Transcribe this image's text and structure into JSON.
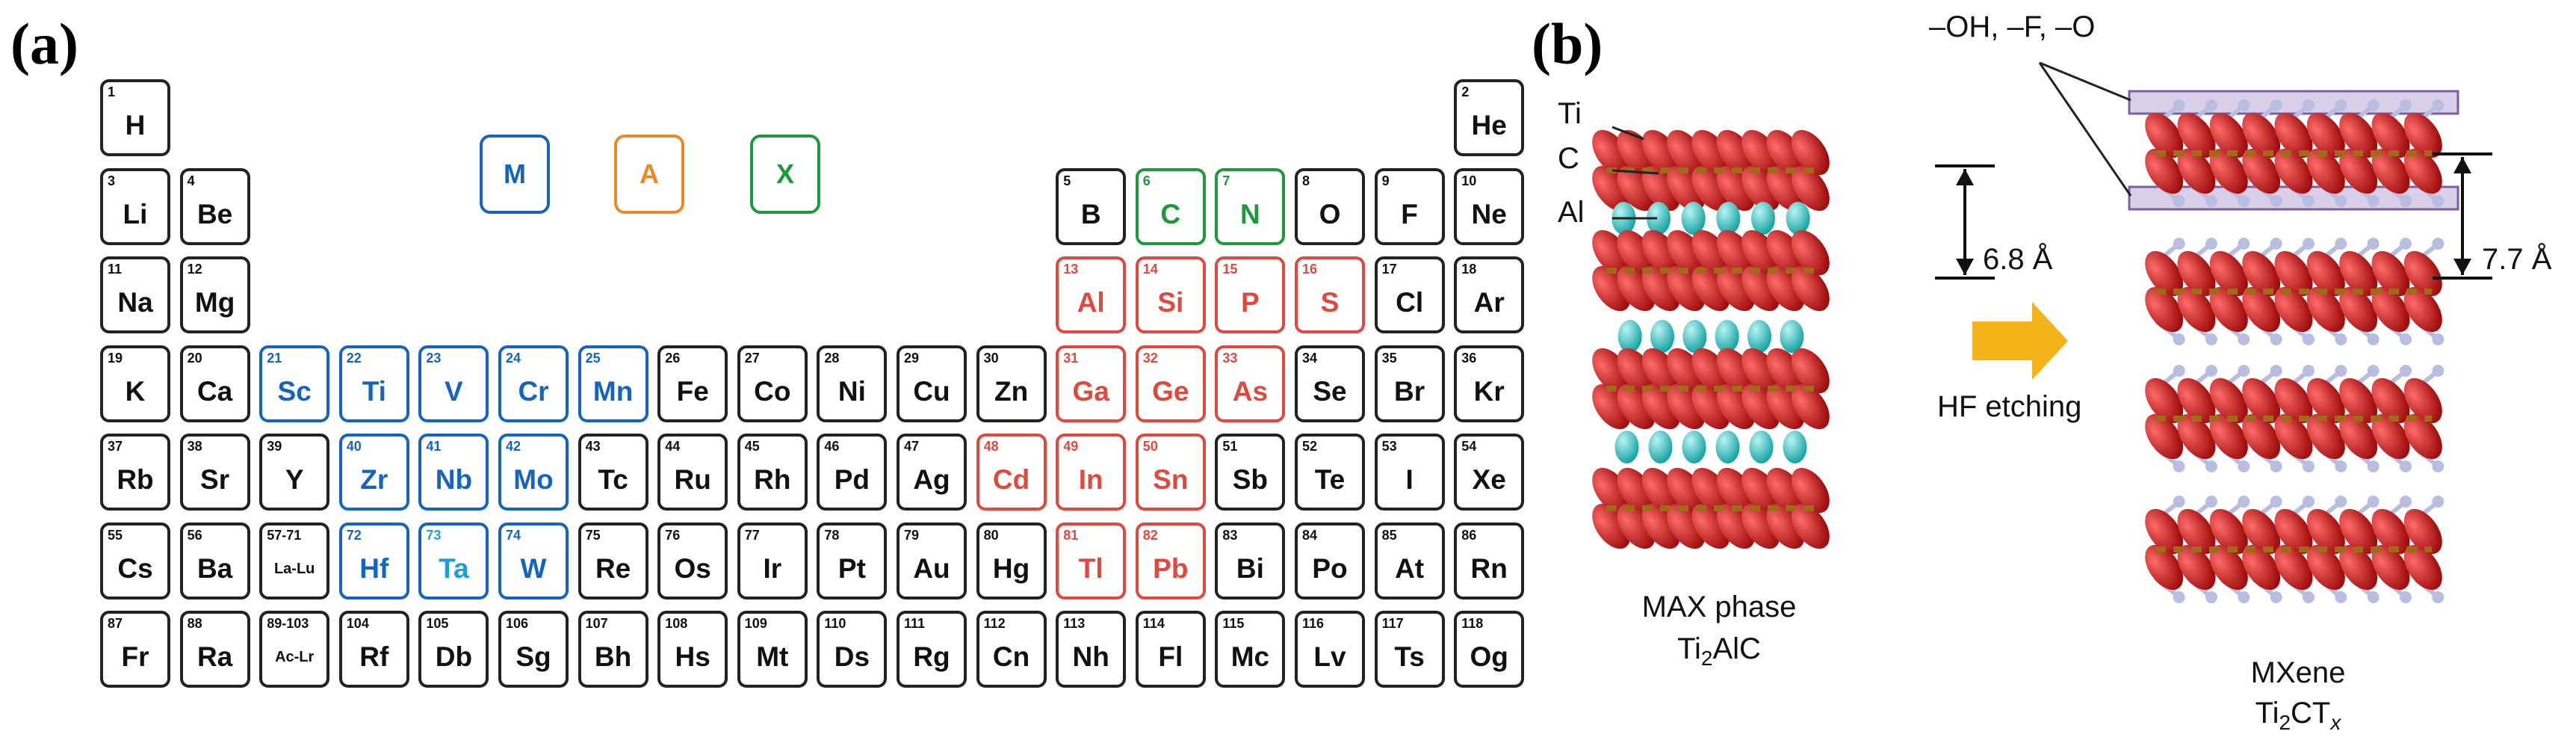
{
  "panel_a": {
    "label": "(a)",
    "legend": [
      {
        "text": "M",
        "color": "#1565c0"
      },
      {
        "text": "A",
        "color": "#e8892a"
      },
      {
        "text": "X",
        "color": "#1e9a3c"
      }
    ],
    "colors": {
      "M": "#1565c0",
      "A": "#e2483d",
      "X": "#1e9a3c",
      "M_light": "#1e9fd6",
      "default": "#111111"
    },
    "elements": [
      {
        "n": "1",
        "s": "H",
        "r": 1,
        "c": 1,
        "g": ""
      },
      {
        "n": "2",
        "s": "He",
        "r": 1,
        "c": 18,
        "g": ""
      },
      {
        "n": "3",
        "s": "Li",
        "r": 2,
        "c": 1,
        "g": ""
      },
      {
        "n": "4",
        "s": "Be",
        "r": 2,
        "c": 2,
        "g": ""
      },
      {
        "n": "5",
        "s": "B",
        "r": 2,
        "c": 13,
        "g": ""
      },
      {
        "n": "6",
        "s": "C",
        "r": 2,
        "c": 14,
        "g": "X"
      },
      {
        "n": "7",
        "s": "N",
        "r": 2,
        "c": 15,
        "g": "X"
      },
      {
        "n": "8",
        "s": "O",
        "r": 2,
        "c": 16,
        "g": ""
      },
      {
        "n": "9",
        "s": "F",
        "r": 2,
        "c": 17,
        "g": ""
      },
      {
        "n": "10",
        "s": "Ne",
        "r": 2,
        "c": 18,
        "g": ""
      },
      {
        "n": "11",
        "s": "Na",
        "r": 3,
        "c": 1,
        "g": ""
      },
      {
        "n": "12",
        "s": "Mg",
        "r": 3,
        "c": 2,
        "g": ""
      },
      {
        "n": "13",
        "s": "Al",
        "r": 3,
        "c": 13,
        "g": "A"
      },
      {
        "n": "14",
        "s": "Si",
        "r": 3,
        "c": 14,
        "g": "A"
      },
      {
        "n": "15",
        "s": "P",
        "r": 3,
        "c": 15,
        "g": "A"
      },
      {
        "n": "16",
        "s": "S",
        "r": 3,
        "c": 16,
        "g": "A"
      },
      {
        "n": "17",
        "s": "Cl",
        "r": 3,
        "c": 17,
        "g": ""
      },
      {
        "n": "18",
        "s": "Ar",
        "r": 3,
        "c": 18,
        "g": ""
      },
      {
        "n": "19",
        "s": "K",
        "r": 4,
        "c": 1,
        "g": ""
      },
      {
        "n": "20",
        "s": "Ca",
        "r": 4,
        "c": 2,
        "g": ""
      },
      {
        "n": "21",
        "s": "Sc",
        "r": 4,
        "c": 3,
        "g": "M"
      },
      {
        "n": "22",
        "s": "Ti",
        "r": 4,
        "c": 4,
        "g": "M"
      },
      {
        "n": "23",
        "s": "V",
        "r": 4,
        "c": 5,
        "g": "M"
      },
      {
        "n": "24",
        "s": "Cr",
        "r": 4,
        "c": 6,
        "g": "M"
      },
      {
        "n": "25",
        "s": "Mn",
        "r": 4,
        "c": 7,
        "g": "M"
      },
      {
        "n": "26",
        "s": "Fe",
        "r": 4,
        "c": 8,
        "g": ""
      },
      {
        "n": "27",
        "s": "Co",
        "r": 4,
        "c": 9,
        "g": ""
      },
      {
        "n": "28",
        "s": "Ni",
        "r": 4,
        "c": 10,
        "g": ""
      },
      {
        "n": "29",
        "s": "Cu",
        "r": 4,
        "c": 11,
        "g": ""
      },
      {
        "n": "30",
        "s": "Zn",
        "r": 4,
        "c": 12,
        "g": ""
      },
      {
        "n": "31",
        "s": "Ga",
        "r": 4,
        "c": 13,
        "g": "A"
      },
      {
        "n": "32",
        "s": "Ge",
        "r": 4,
        "c": 14,
        "g": "A"
      },
      {
        "n": "33",
        "s": "As",
        "r": 4,
        "c": 15,
        "g": "A"
      },
      {
        "n": "34",
        "s": "Se",
        "r": 4,
        "c": 16,
        "g": ""
      },
      {
        "n": "35",
        "s": "Br",
        "r": 4,
        "c": 17,
        "g": ""
      },
      {
        "n": "36",
        "s": "Kr",
        "r": 4,
        "c": 18,
        "g": ""
      },
      {
        "n": "37",
        "s": "Rb",
        "r": 5,
        "c": 1,
        "g": ""
      },
      {
        "n": "38",
        "s": "Sr",
        "r": 5,
        "c": 2,
        "g": ""
      },
      {
        "n": "39",
        "s": "Y",
        "r": 5,
        "c": 3,
        "g": ""
      },
      {
        "n": "40",
        "s": "Zr",
        "r": 5,
        "c": 4,
        "g": "M"
      },
      {
        "n": "41",
        "s": "Nb",
        "r": 5,
        "c": 5,
        "g": "M"
      },
      {
        "n": "42",
        "s": "Mo",
        "r": 5,
        "c": 6,
        "g": "M"
      },
      {
        "n": "43",
        "s": "Tc",
        "r": 5,
        "c": 7,
        "g": ""
      },
      {
        "n": "44",
        "s": "Ru",
        "r": 5,
        "c": 8,
        "g": ""
      },
      {
        "n": "45",
        "s": "Rh",
        "r": 5,
        "c": 9,
        "g": ""
      },
      {
        "n": "46",
        "s": "Pd",
        "r": 5,
        "c": 10,
        "g": ""
      },
      {
        "n": "47",
        "s": "Ag",
        "r": 5,
        "c": 11,
        "g": ""
      },
      {
        "n": "48",
        "s": "Cd",
        "r": 5,
        "c": 12,
        "g": "A"
      },
      {
        "n": "49",
        "s": "In",
        "r": 5,
        "c": 13,
        "g": "A"
      },
      {
        "n": "50",
        "s": "Sn",
        "r": 5,
        "c": 14,
        "g": "A"
      },
      {
        "n": "51",
        "s": "Sb",
        "r": 5,
        "c": 15,
        "g": ""
      },
      {
        "n": "52",
        "s": "Te",
        "r": 5,
        "c": 16,
        "g": ""
      },
      {
        "n": "53",
        "s": "I",
        "r": 5,
        "c": 17,
        "g": ""
      },
      {
        "n": "54",
        "s": "Xe",
        "r": 5,
        "c": 18,
        "g": ""
      },
      {
        "n": "55",
        "s": "Cs",
        "r": 6,
        "c": 1,
        "g": ""
      },
      {
        "n": "56",
        "s": "Ba",
        "r": 6,
        "c": 2,
        "g": ""
      },
      {
        "n": "57-71",
        "s": "La-Lu",
        "r": 6,
        "c": 3,
        "g": "",
        "small": true
      },
      {
        "n": "72",
        "s": "Hf",
        "r": 6,
        "c": 4,
        "g": "M"
      },
      {
        "n": "73",
        "s": "Ta",
        "r": 6,
        "c": 5,
        "g": "M2"
      },
      {
        "n": "74",
        "s": "W",
        "r": 6,
        "c": 6,
        "g": "M"
      },
      {
        "n": "75",
        "s": "Re",
        "r": 6,
        "c": 7,
        "g": ""
      },
      {
        "n": "76",
        "s": "Os",
        "r": 6,
        "c": 8,
        "g": ""
      },
      {
        "n": "77",
        "s": "Ir",
        "r": 6,
        "c": 9,
        "g": ""
      },
      {
        "n": "78",
        "s": "Pt",
        "r": 6,
        "c": 10,
        "g": ""
      },
      {
        "n": "79",
        "s": "Au",
        "r": 6,
        "c": 11,
        "g": ""
      },
      {
        "n": "80",
        "s": "Hg",
        "r": 6,
        "c": 12,
        "g": ""
      },
      {
        "n": "81",
        "s": "Tl",
        "r": 6,
        "c": 13,
        "g": "A"
      },
      {
        "n": "82",
        "s": "Pb",
        "r": 6,
        "c": 14,
        "g": "A"
      },
      {
        "n": "83",
        "s": "Bi",
        "r": 6,
        "c": 15,
        "g": ""
      },
      {
        "n": "84",
        "s": "Po",
        "r": 6,
        "c": 16,
        "g": ""
      },
      {
        "n": "85",
        "s": "At",
        "r": 6,
        "c": 17,
        "g": ""
      },
      {
        "n": "86",
        "s": "Rn",
        "r": 6,
        "c": 18,
        "g": ""
      },
      {
        "n": "87",
        "s": "Fr",
        "r": 7,
        "c": 1,
        "g": ""
      },
      {
        "n": "88",
        "s": "Ra",
        "r": 7,
        "c": 2,
        "g": ""
      },
      {
        "n": "89-103",
        "s": "Ac-Lr",
        "r": 7,
        "c": 3,
        "g": "",
        "small": true
      },
      {
        "n": "104",
        "s": "Rf",
        "r": 7,
        "c": 4,
        "g": ""
      },
      {
        "n": "105",
        "s": "Db",
        "r": 7,
        "c": 5,
        "g": ""
      },
      {
        "n": "106",
        "s": "Sg",
        "r": 7,
        "c": 6,
        "g": ""
      },
      {
        "n": "107",
        "s": "Bh",
        "r": 7,
        "c": 7,
        "g": ""
      },
      {
        "n": "108",
        "s": "Hs",
        "r": 7,
        "c": 8,
        "g": ""
      },
      {
        "n": "109",
        "s": "Mt",
        "r": 7,
        "c": 9,
        "g": ""
      },
      {
        "n": "110",
        "s": "Ds",
        "r": 7,
        "c": 10,
        "g": ""
      },
      {
        "n": "111",
        "s": "Rg",
        "r": 7,
        "c": 11,
        "g": ""
      },
      {
        "n": "112",
        "s": "Cn",
        "r": 7,
        "c": 12,
        "g": ""
      },
      {
        "n": "113",
        "s": "Nh",
        "r": 7,
        "c": 13,
        "g": ""
      },
      {
        "n": "114",
        "s": "Fl",
        "r": 7,
        "c": 14,
        "g": ""
      },
      {
        "n": "115",
        "s": "Mc",
        "r": 7,
        "c": 15,
        "g": ""
      },
      {
        "n": "116",
        "s": "Lv",
        "r": 7,
        "c": 16,
        "g": ""
      },
      {
        "n": "117",
        "s": "Ts",
        "r": 7,
        "c": 17,
        "g": ""
      },
      {
        "n": "118",
        "s": "Og",
        "r": 7,
        "c": 18,
        "g": ""
      }
    ]
  },
  "panel_b": {
    "label": "(b)",
    "atom_labels": {
      "ti": "Ti",
      "c": "C",
      "al": "Al"
    },
    "termination": "–OH, –F, –O",
    "max_spacing": "6.8 Å",
    "mxene_spacing": "7.7 Å",
    "process": "HF etching",
    "max_name": "MAX phase",
    "max_formula": {
      "base": "Ti",
      "sub1": "2",
      "rest": "AlC"
    },
    "mxene_name": "MXene",
    "mxene_formula": {
      "base": "Ti",
      "sub1": "2",
      "rest": "CT",
      "sub2": "x"
    },
    "colors": {
      "ti": "#d61a1a",
      "c": "#a06a1a",
      "al": "#2ec4c4",
      "term": "#b9bde0",
      "arrow": "#f2b418",
      "band": "#d9cfe8"
    }
  }
}
